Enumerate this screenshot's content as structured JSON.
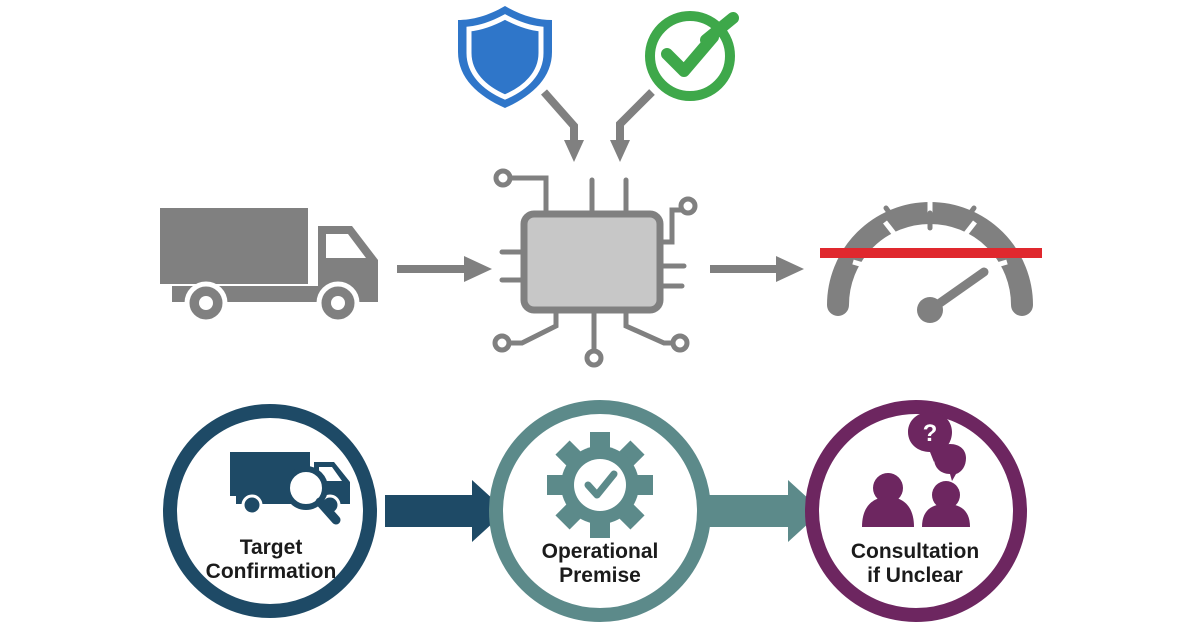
{
  "colors": {
    "gray": "#808080",
    "gray_light": "#c7c7c7",
    "shield_blue": "#2f76c9",
    "check_green": "#3ea84a",
    "limit_red": "#e0282e",
    "step1": "#1e4a66",
    "step2": "#5c8a8a",
    "step3": "#6d2660"
  },
  "icons": {
    "top_left": "shield-icon",
    "top_right": "check-circle-icon",
    "left": "truck-icon",
    "center": "chip-icon",
    "right": "speedometer-icon",
    "step1": "truck-search-icon",
    "step2": "gear-check-icon",
    "step3": "people-question-icon"
  },
  "steps": [
    {
      "line1": "Target",
      "line2": "Confirmation"
    },
    {
      "line1": "Operational",
      "line2": "Premise"
    },
    {
      "line1": "Consultation",
      "line2": "if Unclear"
    }
  ]
}
